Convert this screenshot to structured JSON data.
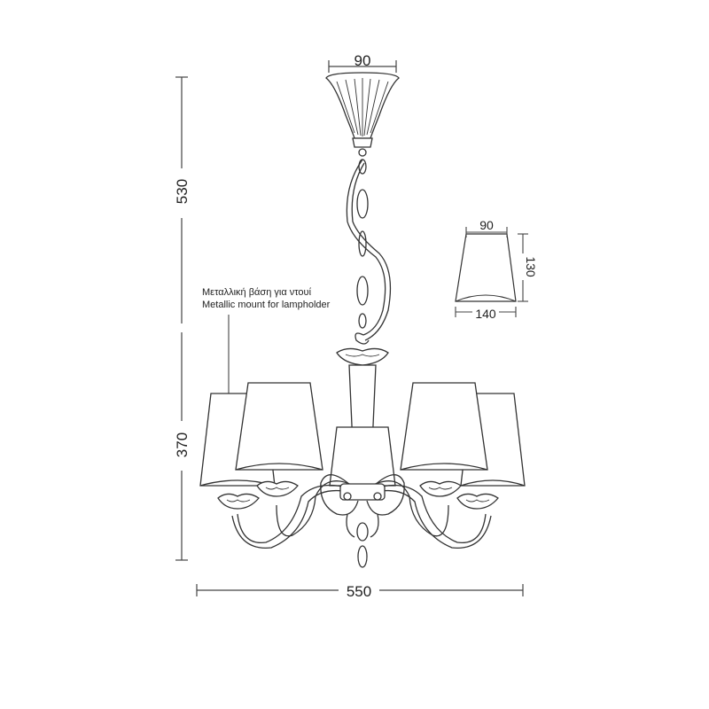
{
  "dimensions": {
    "canopy_width": "90",
    "top_height": "530",
    "bottom_height": "370",
    "overall_width": "550"
  },
  "shade_detail": {
    "top_width": "90",
    "height": "130",
    "bottom_width": "140"
  },
  "callout": {
    "line_gr": "Μεταλλική βάση για ντουί",
    "line_en": "Metallic mount for lampholder"
  },
  "colors": {
    "line": "#333333",
    "dim_line": "#444444",
    "background": "#ffffff"
  }
}
